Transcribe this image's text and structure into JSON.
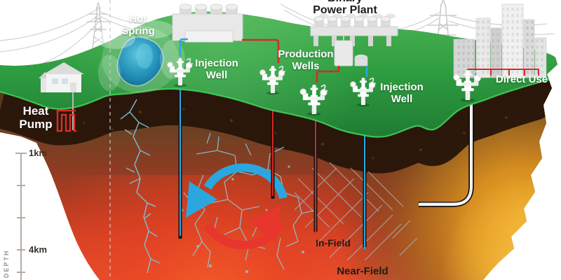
{
  "figure": {
    "type": "geothermal-energy-cross-section-diagram",
    "labels": {
      "heat_pump": "Heat Pump",
      "hot_spring": "Hot Spring",
      "binary_power_plant": "Binary Power Plant",
      "injection_well_left": "Injection Well",
      "production_wells": "Production Wells",
      "injection_well_right": "Injection Well",
      "direct_use": "Direct Use",
      "in_field": "In-Field",
      "near_field": "Near-Field"
    },
    "depth_axis": {
      "label": "DEPTH",
      "tick_top": "1km",
      "tick_bottom": "4km"
    },
    "colors": {
      "grass_green": "#2f9e41",
      "grass_rim": "#3fd058",
      "topsoil_brown": "#281609",
      "hot_rock_red": "#d84227",
      "magma_amber": "#d68e20",
      "magma_yellow": "#f6c24a",
      "cold_water_blue": "#2aa7df",
      "hot_water_red": "#e8362e",
      "fracture_blue": "#8ed2e0",
      "structure_gray": "#e2e2e2"
    },
    "icons": [
      "wellhead-icon",
      "power-plant-icon",
      "binary-plant-icon",
      "house-icon",
      "city-buildings-icon",
      "transmission-tower-icon",
      "hot-spring-pond-icon",
      "heat-pump-coil-icon",
      "circulation-arrows-icon",
      "deviated-well-icon",
      "depth-axis"
    ]
  }
}
